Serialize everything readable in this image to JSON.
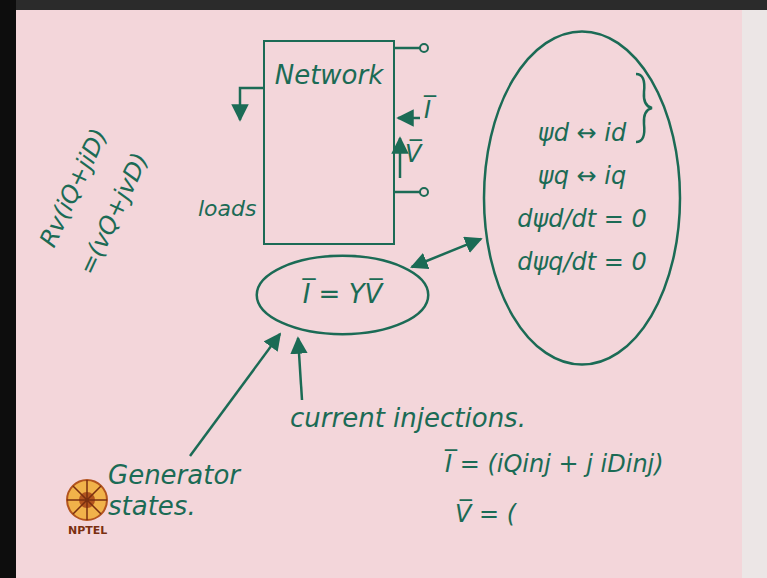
{
  "diagram": {
    "nodes": [
      {
        "text": [
          "Network"
        ]
      },
      {
        "text": [
          "ψd ↔ id",
          "ψq ↔ iq",
          "dψd/dt = 0",
          "dψq/dt = 0"
        ]
      },
      {
        "text": [
          "I̅ = YV̅"
        ]
      }
    ],
    "edges": [
      {
        "from": 2,
        "to": 1,
        "arrow": "both"
      }
    ],
    "labels": [
      "loads",
      "I̅",
      "V̅",
      "Rv(iQ+jiD)",
      "=(vQ+jvD)",
      "Generator states.",
      "current injections.",
      "I̅ = (iQinj + j iDinj)",
      "V̅ = (",
      "NPTEL"
    ]
  }
}
